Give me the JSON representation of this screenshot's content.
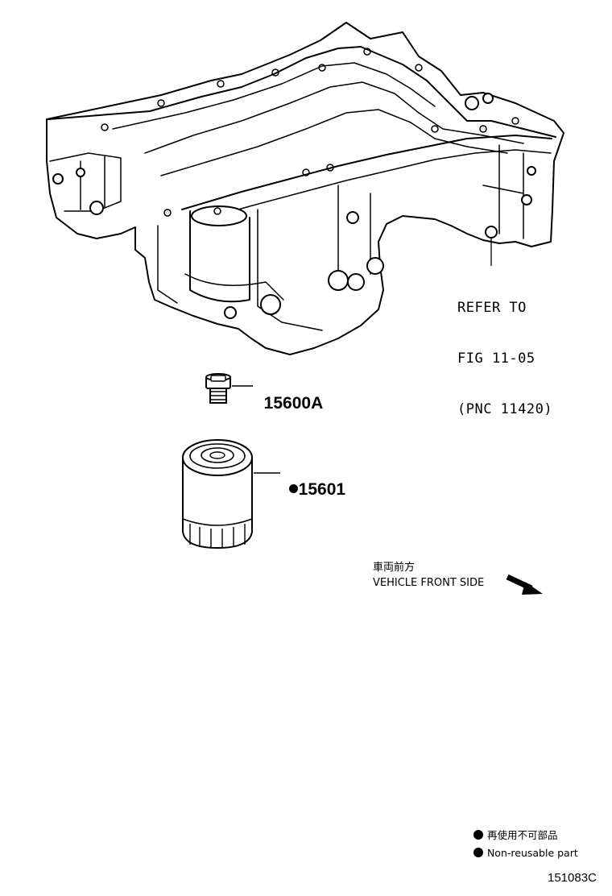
{
  "reference": {
    "line1": "REFER TO",
    "line2": "FIG 11-05",
    "line3": "(PNC 11420)"
  },
  "parts": [
    {
      "number": "15600A",
      "non_reusable": false,
      "component": "drain-plug"
    },
    {
      "number": "15601",
      "non_reusable": true,
      "component": "oil-filter"
    }
  ],
  "direction": {
    "label_jp": "車両前方",
    "label_en": "VEHICLE FRONT SIDE"
  },
  "legend": {
    "label_jp": "再使用不可部品",
    "label_en": "Non-reusable part"
  },
  "figure_code": "151083C"
}
